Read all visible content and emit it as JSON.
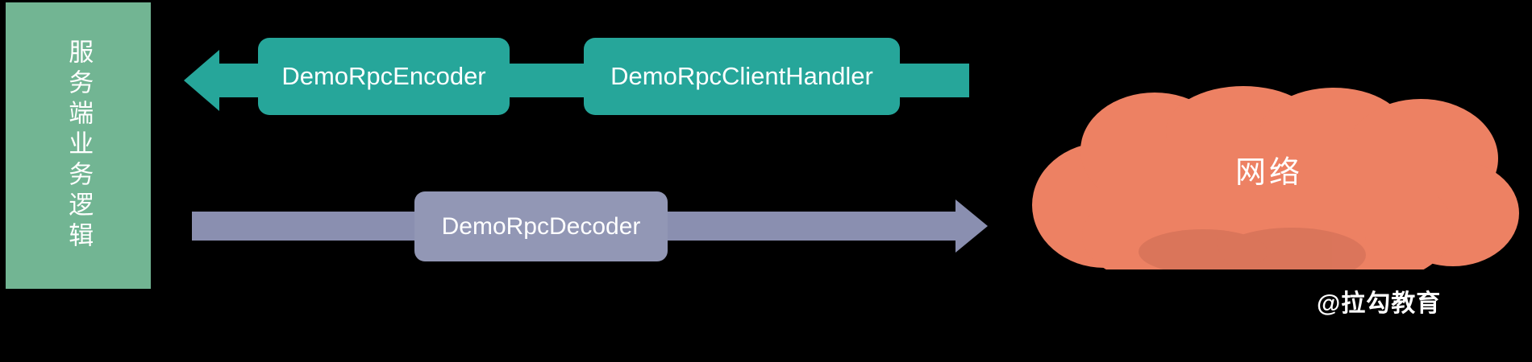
{
  "diagram": {
    "background_color": "#000000",
    "server_panel": {
      "label": "服务端业务逻辑",
      "color": "#72B593",
      "text_color": "#FFFFFF"
    },
    "outbound_flow": {
      "direction": "right-to-left",
      "color": "#26A69A",
      "arrow_head_icon": "arrow-left-icon",
      "stages": [
        {
          "label": "DemoRpcEncoder"
        },
        {
          "label": "DemoRpcClientHandler"
        }
      ]
    },
    "inbound_flow": {
      "direction": "left-to-right",
      "color": "#9297B5",
      "arrow_head_icon": "arrow-right-icon",
      "stages": [
        {
          "label": "DemoRpcDecoder"
        }
      ]
    },
    "network": {
      "label": "网络",
      "color": "#ED8163",
      "shape_icon": "cloud-icon",
      "text_color": "#FFFFFF"
    },
    "watermark": {
      "text": "@拉勾教育",
      "color": "#FFFFFF"
    }
  }
}
